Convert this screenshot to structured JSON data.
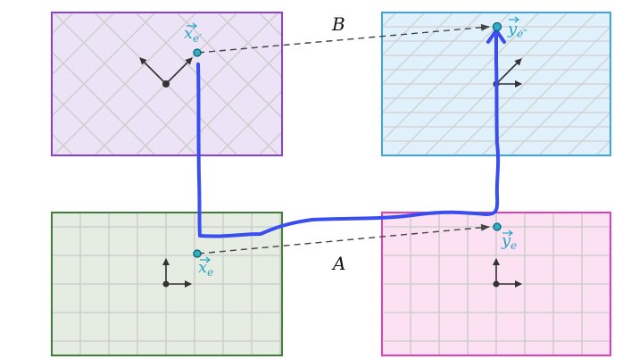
{
  "colors": {
    "purple_fill": "#ece3f6",
    "purple_stroke": "#8a3fd6",
    "blue_fill": "#e1f1fc",
    "blue_stroke": "#3ea6e8",
    "green_fill": "#e5ece2",
    "green_stroke": "#3e7d3a",
    "pink_fill": "#fbe1f1",
    "pink_stroke": "#e03fb5",
    "grid_line": "#cfcfcf",
    "path_blue": "#3a4ef0",
    "point_fill": "#2ab0c8",
    "point_stroke": "#0c5f6c",
    "label_color": "#2aa3c4",
    "axis_color": "#333333",
    "dashed": "#444444"
  },
  "labels": {
    "A": "A",
    "B": "B",
    "x_e": "x",
    "x_e_sub": "e",
    "x_e_prime": "x",
    "x_e_prime_sub": "e′",
    "y_e": "y",
    "y_e_sub": "e",
    "y_e_double_prime": "y",
    "y_e_double_prime_sub": "e″"
  },
  "icons": {
    "arrow_vector": "vector-arrow-icon",
    "coordinate_frame": "coordinate-frame-icon"
  }
}
